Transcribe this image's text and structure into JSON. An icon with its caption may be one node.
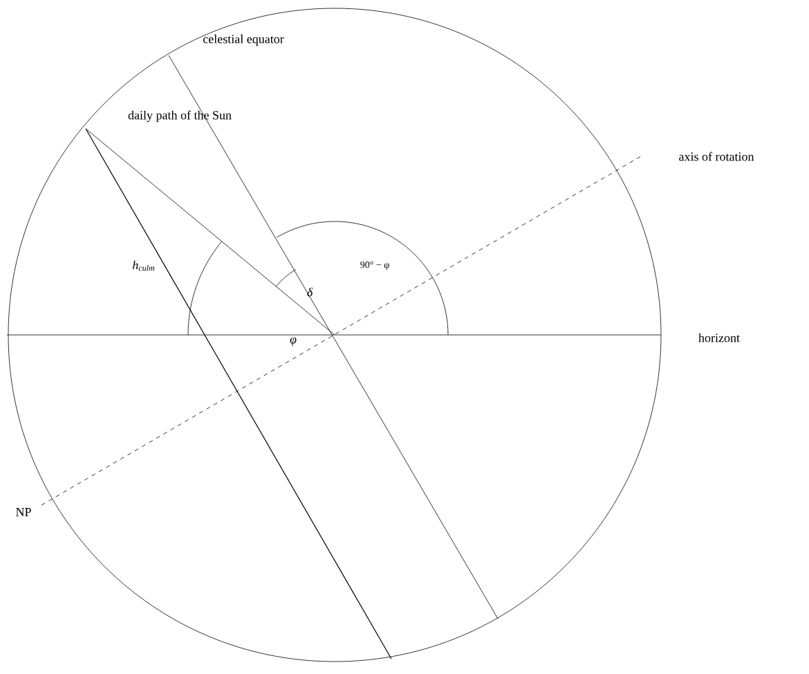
{
  "diagram": {
    "labels": [
      "celestial equator",
      "daily path of the Sun",
      "axis of rotation",
      "h$_{culm}$",
      "90° − φ",
      "δ",
      "horizont",
      "φ",
      "NP"
    ]
  }
}
